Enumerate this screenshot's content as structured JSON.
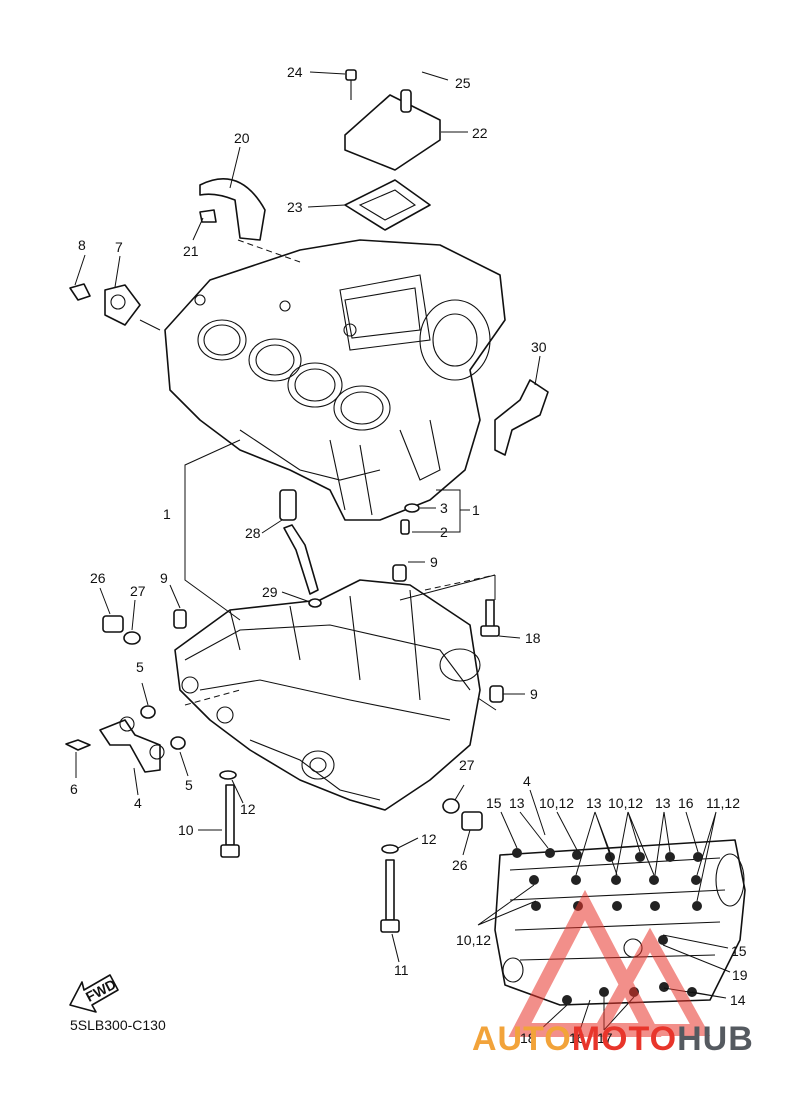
{
  "diagram_code": "5SLB300-C130",
  "fwd_label": "FWD",
  "watermark": {
    "part1": "AUTO",
    "part2": "MOTO",
    "part3": "HUB"
  },
  "callouts": {
    "c24": "24",
    "c25": "25",
    "c22": "22",
    "c23": "23",
    "c20": "20",
    "c21": "21",
    "c8": "8",
    "c7": "7",
    "c30": "30",
    "c3": "3",
    "c1a": "1",
    "c2": "2",
    "c1b": "1",
    "c28": "28",
    "c9a": "9",
    "c26a": "26",
    "c27a": "27",
    "c9b": "9",
    "c29": "29",
    "c18a": "18",
    "c9c": "9",
    "c5a": "5",
    "c6": "6",
    "c4a": "4",
    "c5b": "5",
    "c12a": "12",
    "c10": "10",
    "c27b": "27",
    "c26b": "26",
    "c12b": "12",
    "c11": "11",
    "c4b": "4",
    "c15a": "15",
    "c13a": "13",
    "c1012a": "10,12",
    "c13b": "13",
    "c1012b": "10,12",
    "c13c": "13",
    "c16a": "16",
    "c1112": "11,12",
    "c1012c": "10,12",
    "c15b": "15",
    "c19": "19",
    "c14": "14",
    "c18b": "18",
    "c16b": "16",
    "c17": "17"
  }
}
